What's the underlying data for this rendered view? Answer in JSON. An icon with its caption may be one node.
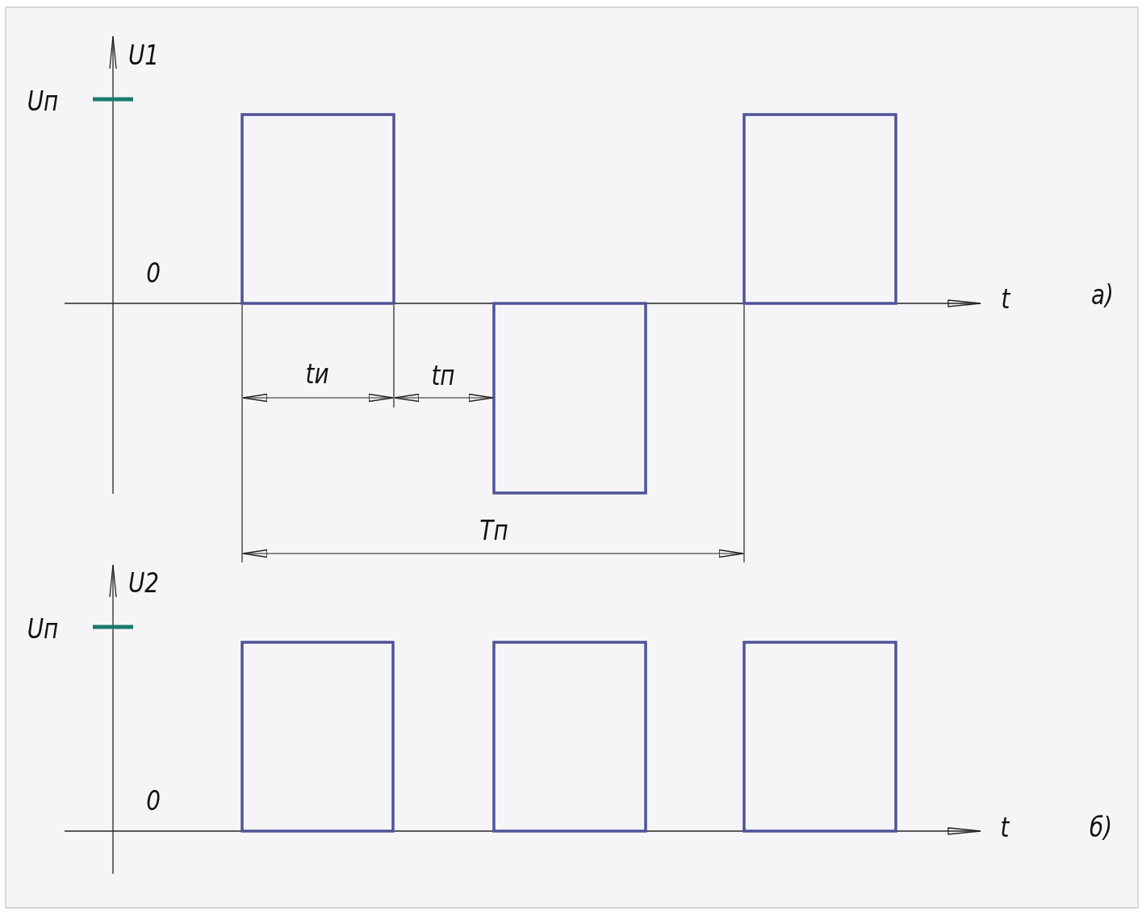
{
  "diagram": {
    "labels": [
      "U1",
      "Uп",
      "0",
      "t",
      "а)",
      "tи",
      "tп",
      "Tп",
      "U2",
      "Uп",
      "0",
      "t",
      "б)"
    ]
  }
}
